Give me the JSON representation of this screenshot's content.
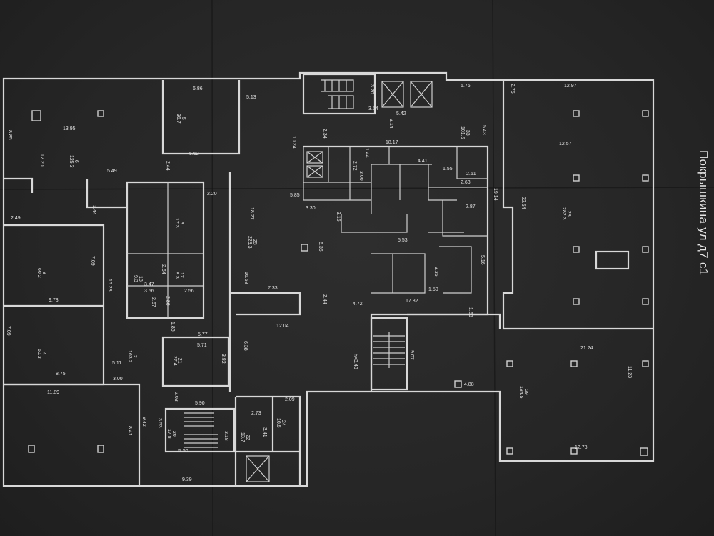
{
  "address": "Покрышкина ул д7 с1",
  "dimension_labels": [
    "13.95",
    "12.20",
    "8.85",
    "6.86",
    "5.62",
    "5.49",
    "2.44",
    "2.20",
    "2.49",
    "1.44",
    "7.09",
    "9.73",
    "7.09",
    "8.75",
    "11.89",
    "5.11",
    "3.00",
    "16.23",
    "3.47",
    "3.56",
    "2.56",
    "2.64",
    "2.67",
    "2.86",
    "1.86",
    "5.77",
    "5.71",
    "3.82",
    "2.03",
    "5.90",
    "3.53",
    "9.42",
    "8.41",
    "5.60",
    "3.18",
    "9.39",
    "2.09",
    "2.73",
    "3.41",
    "5.13",
    "18.27",
    "16.58",
    "6.36",
    "7.33",
    "2.44",
    "12.04",
    "6.38",
    "3.20",
    "3.54",
    "5.42",
    "5.76",
    "3.14",
    "2.34",
    "10.24",
    "18.17",
    "4.41",
    "1.55",
    "2.51",
    "2.63",
    "2.87",
    "3.00",
    "2.72",
    "1.44",
    "5.85",
    "3.30",
    "3.16",
    "5.53",
    "4.72",
    "3.35",
    "1.50",
    "17.82",
    "1.63",
    "5.16",
    "5.43",
    "19.14",
    "9.07",
    "4.88",
    "h=3.40",
    "12.97",
    "12.57",
    "22.54",
    "21.24",
    "11.23",
    "12.78",
    "2.75"
  ],
  "room_labels": [
    "6\n125.3",
    "5\n36.7",
    "3\n17.3",
    "8\n60.2",
    "4\n60.3",
    "2\n163.2",
    "18\n9.3",
    "17\n8.3",
    "21\n27.4",
    "25\n223.3",
    "33\n101.5",
    "28\n282.3",
    "29\n184.5",
    "24\n10.5",
    "20\n17.8",
    "22\n13.7"
  ]
}
